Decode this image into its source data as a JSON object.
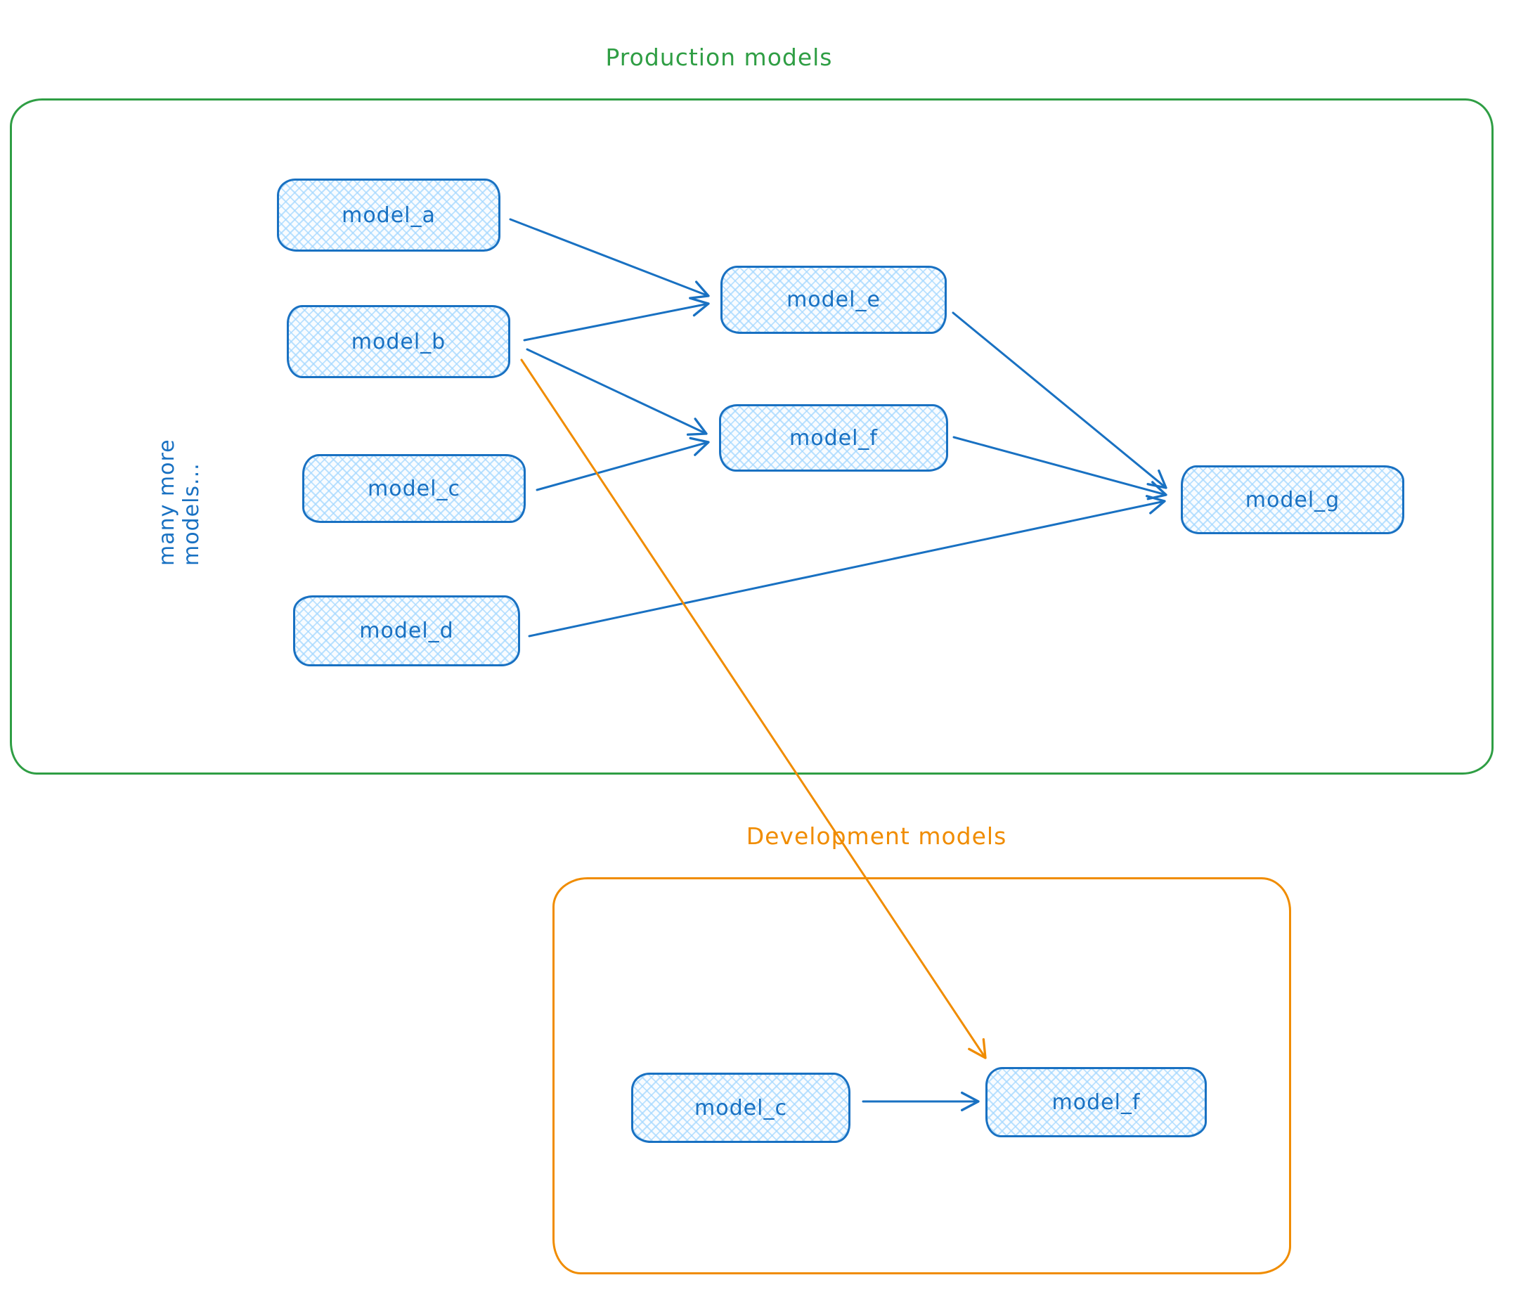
{
  "production": {
    "title": "Production models",
    "accent_color": "#2f9e44",
    "side_note": "many more models...",
    "nodes": [
      {
        "label": "model_a"
      },
      {
        "label": "model_b"
      },
      {
        "label": "model_c"
      },
      {
        "label": "model_d"
      },
      {
        "label": "model_e"
      },
      {
        "label": "model_f"
      },
      {
        "label": "model_g"
      }
    ],
    "edges": [
      {
        "from": "model_a",
        "to": "model_e"
      },
      {
        "from": "model_b",
        "to": "model_e"
      },
      {
        "from": "model_b",
        "to": "model_f"
      },
      {
        "from": "model_c",
        "to": "model_f"
      },
      {
        "from": "model_e",
        "to": "model_g"
      },
      {
        "from": "model_f",
        "to": "model_g"
      },
      {
        "from": "model_d",
        "to": "model_g"
      }
    ]
  },
  "development": {
    "title": "Development models",
    "accent_color": "#f08c00",
    "nodes": [
      {
        "label": "model_c"
      },
      {
        "label": "model_f"
      }
    ],
    "edges": [
      {
        "from": "model_c",
        "to": "model_f"
      }
    ]
  },
  "cross_section_edge": {
    "from": "model_b (production)",
    "to": "model_f (development)",
    "color": "#f08c00"
  },
  "style": {
    "node_stroke_color": "#1971c2",
    "node_fill_color": "#a5d8ff",
    "background_color": "#ffffff"
  }
}
